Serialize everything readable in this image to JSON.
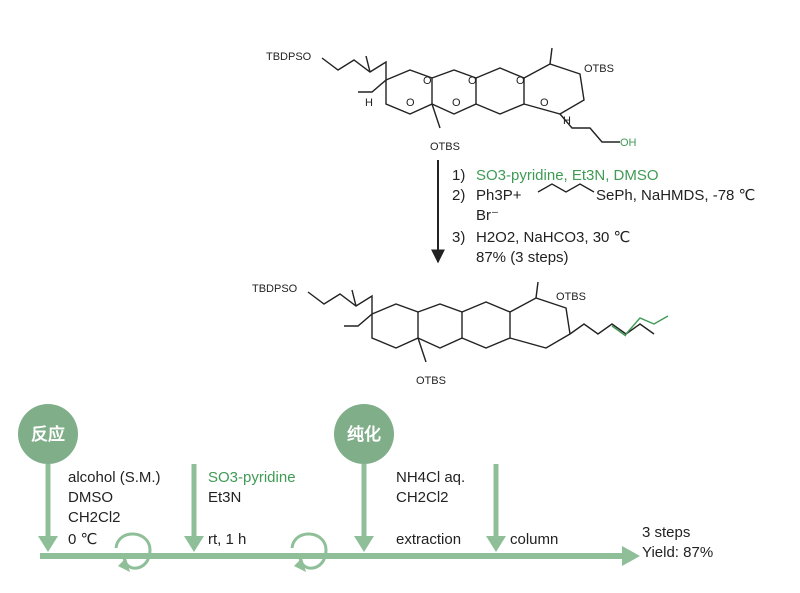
{
  "starting_material": {
    "left_group": "TBDPSO",
    "right_group": "OTBS",
    "bottom_group": "OTBS",
    "terminal_group": "OH",
    "oxygen_label": "O",
    "h_label": "H"
  },
  "product": {
    "left_group": "TBDPSO",
    "right_group": "OTBS",
    "bottom_group": "OTBS"
  },
  "conditions": {
    "step1_num": "1)",
    "step1_text": "SO3-pyridine, Et3N, DMSO",
    "step2_num": "2)",
    "step2_reagent_a": "Ph3P+",
    "step2_reagent_b": "SePh, NaHMDS, -78 ℃",
    "step2_counterion": "Br⁻",
    "step3_num": "3)",
    "step3_text": "H2O2, NaHCO3, 30 ℃",
    "yield": "87% (3 steps)"
  },
  "flow": {
    "stage1_label": "反应",
    "stage2_label": "纯化",
    "add1_lines": [
      "alcohol (S.M.)",
      "DMSO",
      "CH2Cl2",
      "0 ℃"
    ],
    "add2_line1": "SO3-pyridine",
    "add2_line2": "Et3N",
    "add2_time": "rt, 1 h",
    "workup_lines": [
      "NH4Cl aq.",
      "CH2Cl2"
    ],
    "extraction": "extraction",
    "column": "column",
    "result_line1": "3 steps",
    "result_line2": "Yield: 87%"
  },
  "colors": {
    "green_text": "#3f9a55",
    "flow_green": "#8fbf98",
    "circle_green": "#7fae89",
    "black": "#222222"
  }
}
